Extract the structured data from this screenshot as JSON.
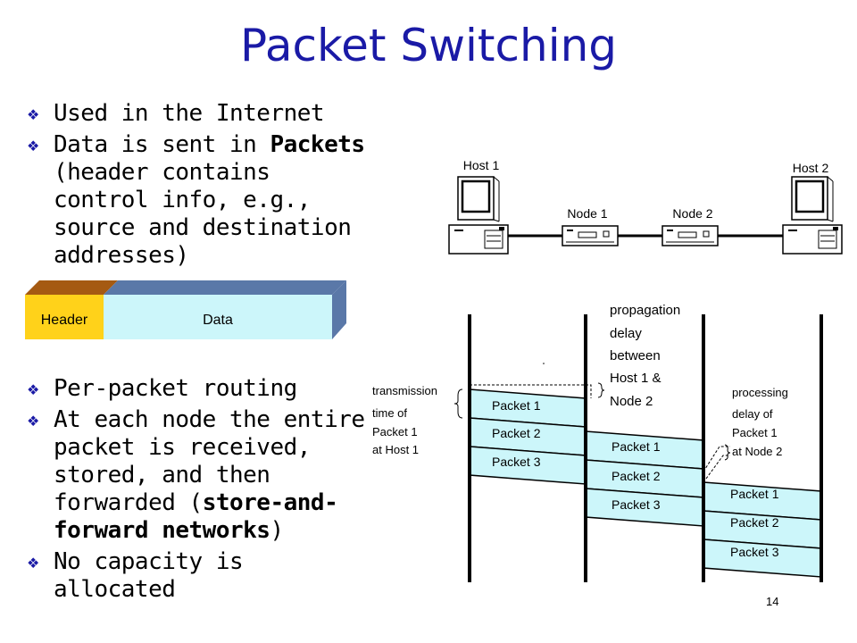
{
  "title": "Packet Switching",
  "bullets_top": [
    {
      "segments": [
        {
          "text": "Used in the Internet",
          "bold": false
        }
      ]
    },
    {
      "segments": [
        {
          "text": "Data is sent in ",
          "bold": false
        },
        {
          "text": "Packets",
          "bold": true
        },
        {
          "text": " (header contains control info, e.g., source and destination addresses)",
          "bold": false
        }
      ]
    }
  ],
  "packet_box": {
    "header": "Header",
    "data": "Data"
  },
  "bullets_bottom": [
    {
      "segments": [
        {
          "text": "Per-packet routing",
          "bold": false
        }
      ]
    },
    {
      "segments": [
        {
          "text": "At each node the entire packet is received, stored, and then forwarded (",
          "bold": false
        },
        {
          "text": "store-and-forward networks",
          "bold": true
        },
        {
          "text": ")",
          "bold": false
        }
      ]
    },
    {
      "segments": [
        {
          "text": "No capacity is allocated",
          "bold": false
        }
      ]
    }
  ],
  "network": {
    "host1": "Host 1",
    "host2": "Host 2",
    "node1": "Node 1",
    "node2": "Node 2"
  },
  "timing": {
    "propagation": [
      "propagation",
      "delay",
      "between",
      "Host 1 &",
      "Node 2"
    ],
    "transmission": [
      "transmission",
      "time of",
      "Packet 1",
      "at Host 1"
    ],
    "processing": [
      "processing",
      "delay of",
      "Packet 1",
      "at Node 2"
    ],
    "packets": [
      "Packet 1",
      "Packet 2",
      "Packet 3"
    ]
  },
  "page_number": "14",
  "colors": {
    "title": "#1a1aa6",
    "header_fill": "#ffd21a",
    "header_top": "#a55a12",
    "data_fill": "#ccf6fa",
    "data_top": "#5a78a8",
    "packet_fill": "#ccf6fa"
  }
}
